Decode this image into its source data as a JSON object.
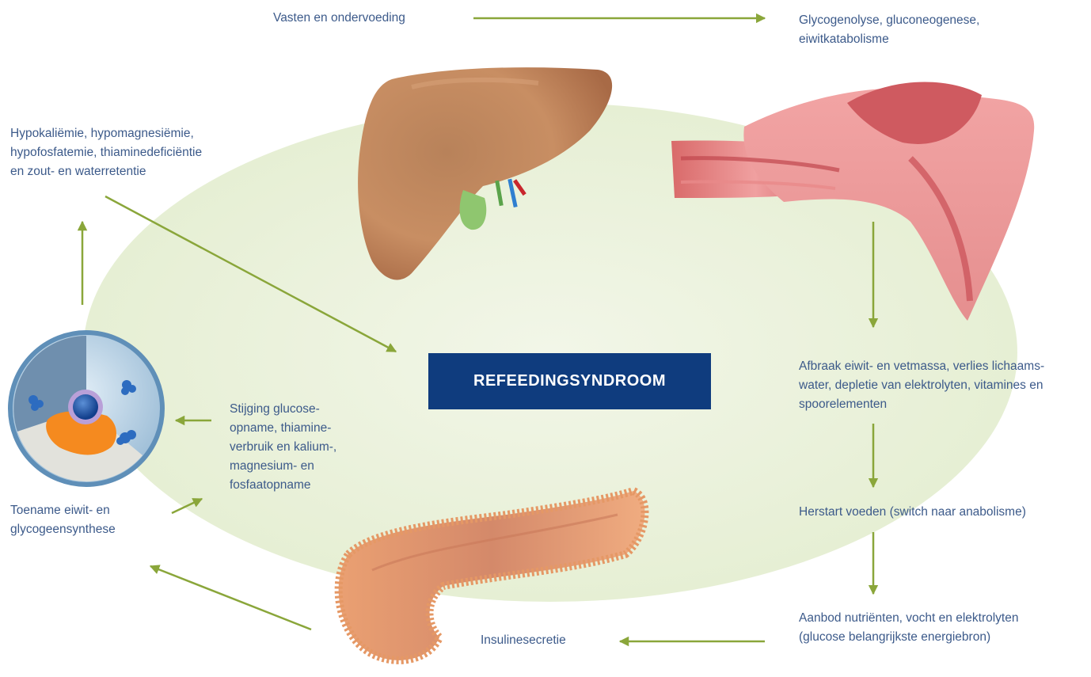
{
  "title": "REFEEDINGSYNDROOM",
  "colors": {
    "background": "#ffffff",
    "ellipse": "#eaf1dc",
    "arrow": "#8aa63a",
    "text": "#3c5a8a",
    "title_box": "#0f3c7e",
    "title_text": "#ffffff"
  },
  "organs": [
    "liver-icon",
    "muscle-icon",
    "pancreas-icon",
    "cell-icon"
  ],
  "labels": {
    "fasting": "Vasten en ondervoeding",
    "glyco_1": "Glycogenolyse,  gluconeogenese,",
    "glyco_2": "eiwitkatabolisme",
    "breakdown_1": "Afbraak eiwit- en vetmassa,  verlies lichaams-",
    "breakdown_2": "water, depletie van elektrolyten, vitamines en",
    "breakdown_3": "spoorelementen",
    "restart": "Herstart voeden (switch naar anabolisme)",
    "supply_1": "Aanbod nutriënten, vocht en elektrolyten",
    "supply_2": "(glucose belangrijkste energiebron)",
    "insulin": "Insulinesecretie",
    "synthesis_1": "Toename eiwit- en",
    "synthesis_2": "glycogeensynthese",
    "uptake_1": "Stijging glucose-",
    "uptake_2": "opname, thiamine-",
    "uptake_3": "verbruik en kalium-,",
    "uptake_4": "magnesium- en",
    "uptake_5": "fosfaatopname",
    "deficit_1": "Hypokaliëmie, hypomagnesiëmie,",
    "deficit_2": "hypofosfatemie, thiaminedeficiëntie",
    "deficit_3": "en zout- en waterretentie"
  }
}
